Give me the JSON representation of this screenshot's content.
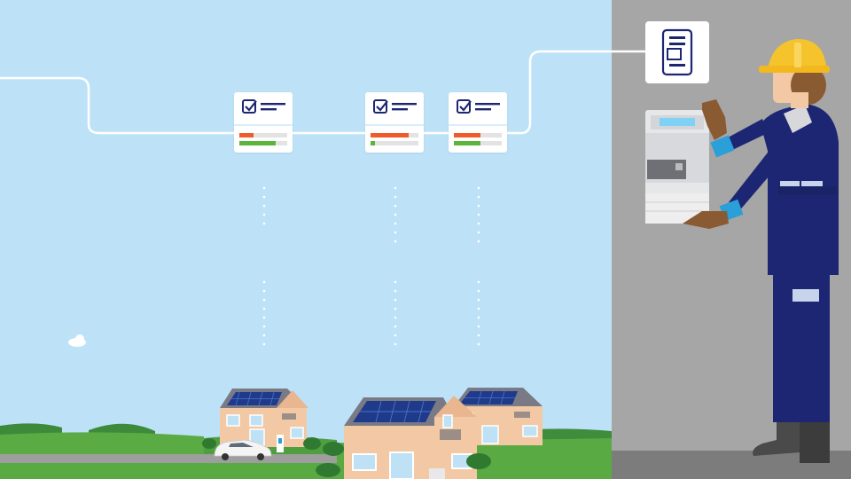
{
  "scene": {
    "colors": {
      "sky": "#bde2f8",
      "wall": "#a6a6a6",
      "floor": "#7c7c7c",
      "line": "#ffffff",
      "navy": "#1c2672",
      "orange": "#ef5b2b",
      "green": "#5db43a",
      "helmet": "#f5c42c",
      "accent": "#2a9fd8"
    },
    "status_cards": [
      {
        "id": "house-1",
        "bars": [
          {
            "color": "orange",
            "fill": 0.3
          },
          {
            "color": "green",
            "fill": 0.75
          }
        ]
      },
      {
        "id": "house-2",
        "bars": [
          {
            "color": "orange",
            "fill": 0.8
          },
          {
            "color": "green",
            "fill": 0.1
          }
        ]
      },
      {
        "id": "house-3",
        "bars": [
          {
            "color": "orange",
            "fill": 0.55
          },
          {
            "color": "green",
            "fill": 0.55
          }
        ]
      }
    ],
    "icons": {
      "card_icon": "checkbox-icon",
      "meter_app_icon": "smartphone-icon"
    }
  }
}
